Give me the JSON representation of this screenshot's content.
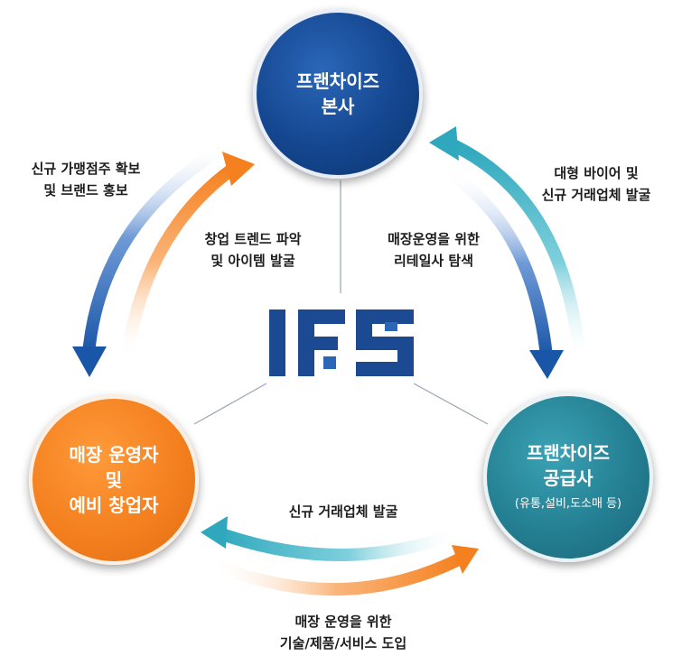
{
  "nodes": {
    "hq": {
      "lines": [
        "프랜차이즈",
        "본사"
      ]
    },
    "supplier": {
      "lines": [
        "프랜차이즈",
        "공급사"
      ],
      "sub": "(유통,설비,도소매 등)"
    },
    "operator": {
      "lines": [
        "매장 운영자",
        "및",
        "예비 창업자"
      ]
    }
  },
  "center_logo": "IFS",
  "labels": {
    "tl_outer": [
      "신규 가맹점주 확보",
      "및 브랜드 홍보"
    ],
    "tl_inner": [
      "창업 트렌드 파악",
      "및 아이템 발굴"
    ],
    "tr_outer": [
      "대형 바이어 및",
      "신규 거래업체 발굴"
    ],
    "tr_inner": [
      "매장운영을 위한",
      "리테일사 탐색"
    ],
    "bottom_inner": [
      "신규 거래업체 발굴"
    ],
    "bottom_outer": [
      "매장 운영을 위한",
      "기술/제품/서비스 도입"
    ]
  },
  "colors": {
    "navy": "#14468f",
    "teal": "#247f92",
    "orange": "#f4801f",
    "logo": "#1b4a92"
  }
}
